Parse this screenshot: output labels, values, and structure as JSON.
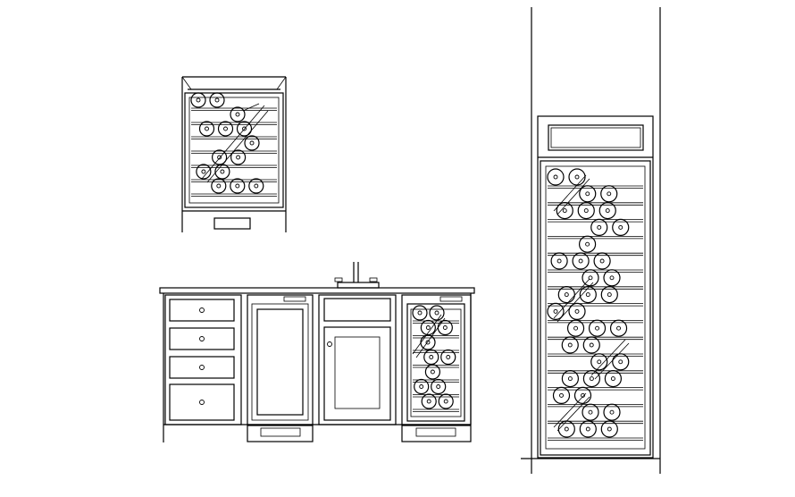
{
  "drawing": {
    "line_color": "#000000",
    "background_color": "#ffffff",
    "units": [
      {
        "name": "wall-wine-cooler",
        "bottles_per_row": [
          2,
          1,
          3,
          1,
          2,
          2,
          3
        ]
      },
      {
        "name": "under-counter-wine-cooler",
        "bottles_per_row": [
          2,
          2,
          1,
          2,
          1,
          2,
          2
        ]
      },
      {
        "name": "tall-wine-column",
        "bottles_per_row": [
          2,
          2,
          3,
          2,
          1,
          3,
          2,
          3,
          2,
          3,
          2,
          2,
          3,
          2,
          2,
          3
        ]
      }
    ],
    "cabinet_drawers": 4
  }
}
